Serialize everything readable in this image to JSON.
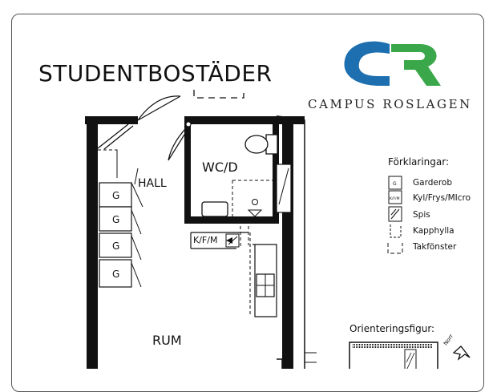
{
  "title": "STUDENTBOSTÄDER",
  "brand": {
    "name": "CAMPUS ROSLAGEN",
    "logo_colors": {
      "blue": "#1d6fb0",
      "green": "#3aa84a"
    }
  },
  "rooms": {
    "wc": "WC/D",
    "hall": "HALL",
    "kitchen": "K/F/M",
    "room": "RUM"
  },
  "wardrobe_label": "G",
  "wardrobes": [
    "G",
    "G",
    "G",
    "G"
  ],
  "legend": {
    "title": "Förklaringar:",
    "items": [
      {
        "symbol": "G",
        "label": "Garderob"
      },
      {
        "symbol": "K/F/M",
        "label": "Kyl/Frys/MIcro"
      },
      {
        "symbol": "stove",
        "label": "Spis"
      },
      {
        "symbol": "shelf",
        "label": "Kapphylla"
      },
      {
        "symbol": "skylight",
        "label": "Takfönster"
      }
    ]
  },
  "orientation": {
    "title": "Orienteringsfigur:",
    "north": "Norr"
  }
}
